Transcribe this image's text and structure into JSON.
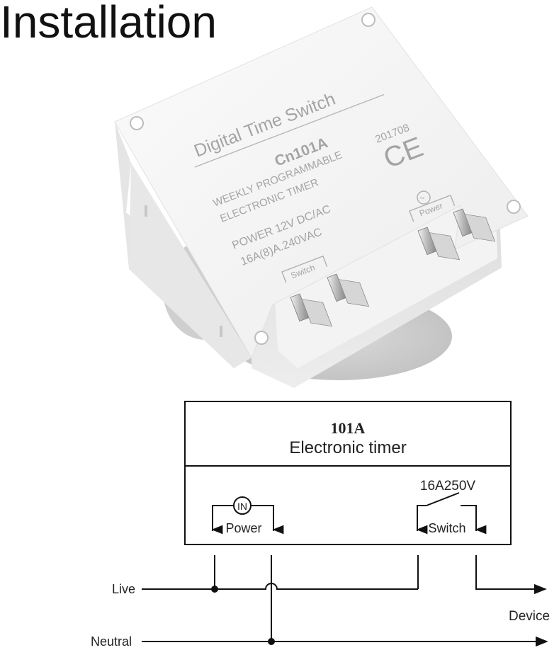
{
  "title": "Installation",
  "device": {
    "brand_line": "Digital Time Switch",
    "model": "Cn101A",
    "date_code": "201708",
    "ce_mark": "CE",
    "description_line1": "WEEKLY PROGRAMMABLE",
    "description_line2": "ELECTRONIC TIMER",
    "power_line": "POWER 12V DC/AC",
    "rating_line": "16A(8)A.240VAC",
    "switch_label": "Switch",
    "power_label": "Power",
    "power_symbol": "~"
  },
  "diagram": {
    "model": "101A",
    "subtitle": "Electronic timer",
    "rating": "16A250V",
    "power_label": "Power",
    "power_symbol": "IN",
    "switch_label": "Switch",
    "live_label": "Live",
    "neutral_label": "Neutral",
    "device_label": "Device"
  }
}
